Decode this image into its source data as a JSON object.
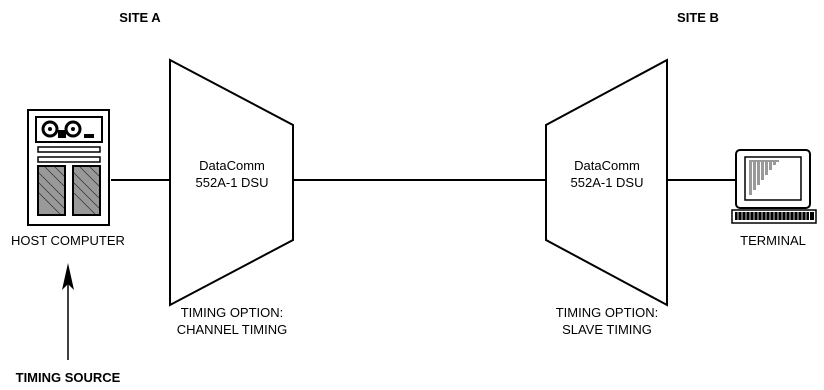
{
  "site_a": {
    "label": "SITE A"
  },
  "site_b": {
    "label": "SITE B"
  },
  "host": {
    "label": "HOST COMPUTER"
  },
  "terminal": {
    "label": "TERMINAL"
  },
  "dsu_a": {
    "line1": "DataComm",
    "line2": "552A-1 DSU"
  },
  "dsu_b": {
    "line1": "DataComm",
    "line2": "552A-1 DSU"
  },
  "timing_a": {
    "line1": "TIMING OPTION:",
    "line2": "CHANNEL TIMING"
  },
  "timing_b": {
    "line1": "TIMING OPTION:",
    "line2": "SLAVE TIMING"
  },
  "timing_source": {
    "label": "TIMING SOURCE"
  },
  "colors": {
    "stroke": "#000000",
    "background": "#ffffff"
  }
}
